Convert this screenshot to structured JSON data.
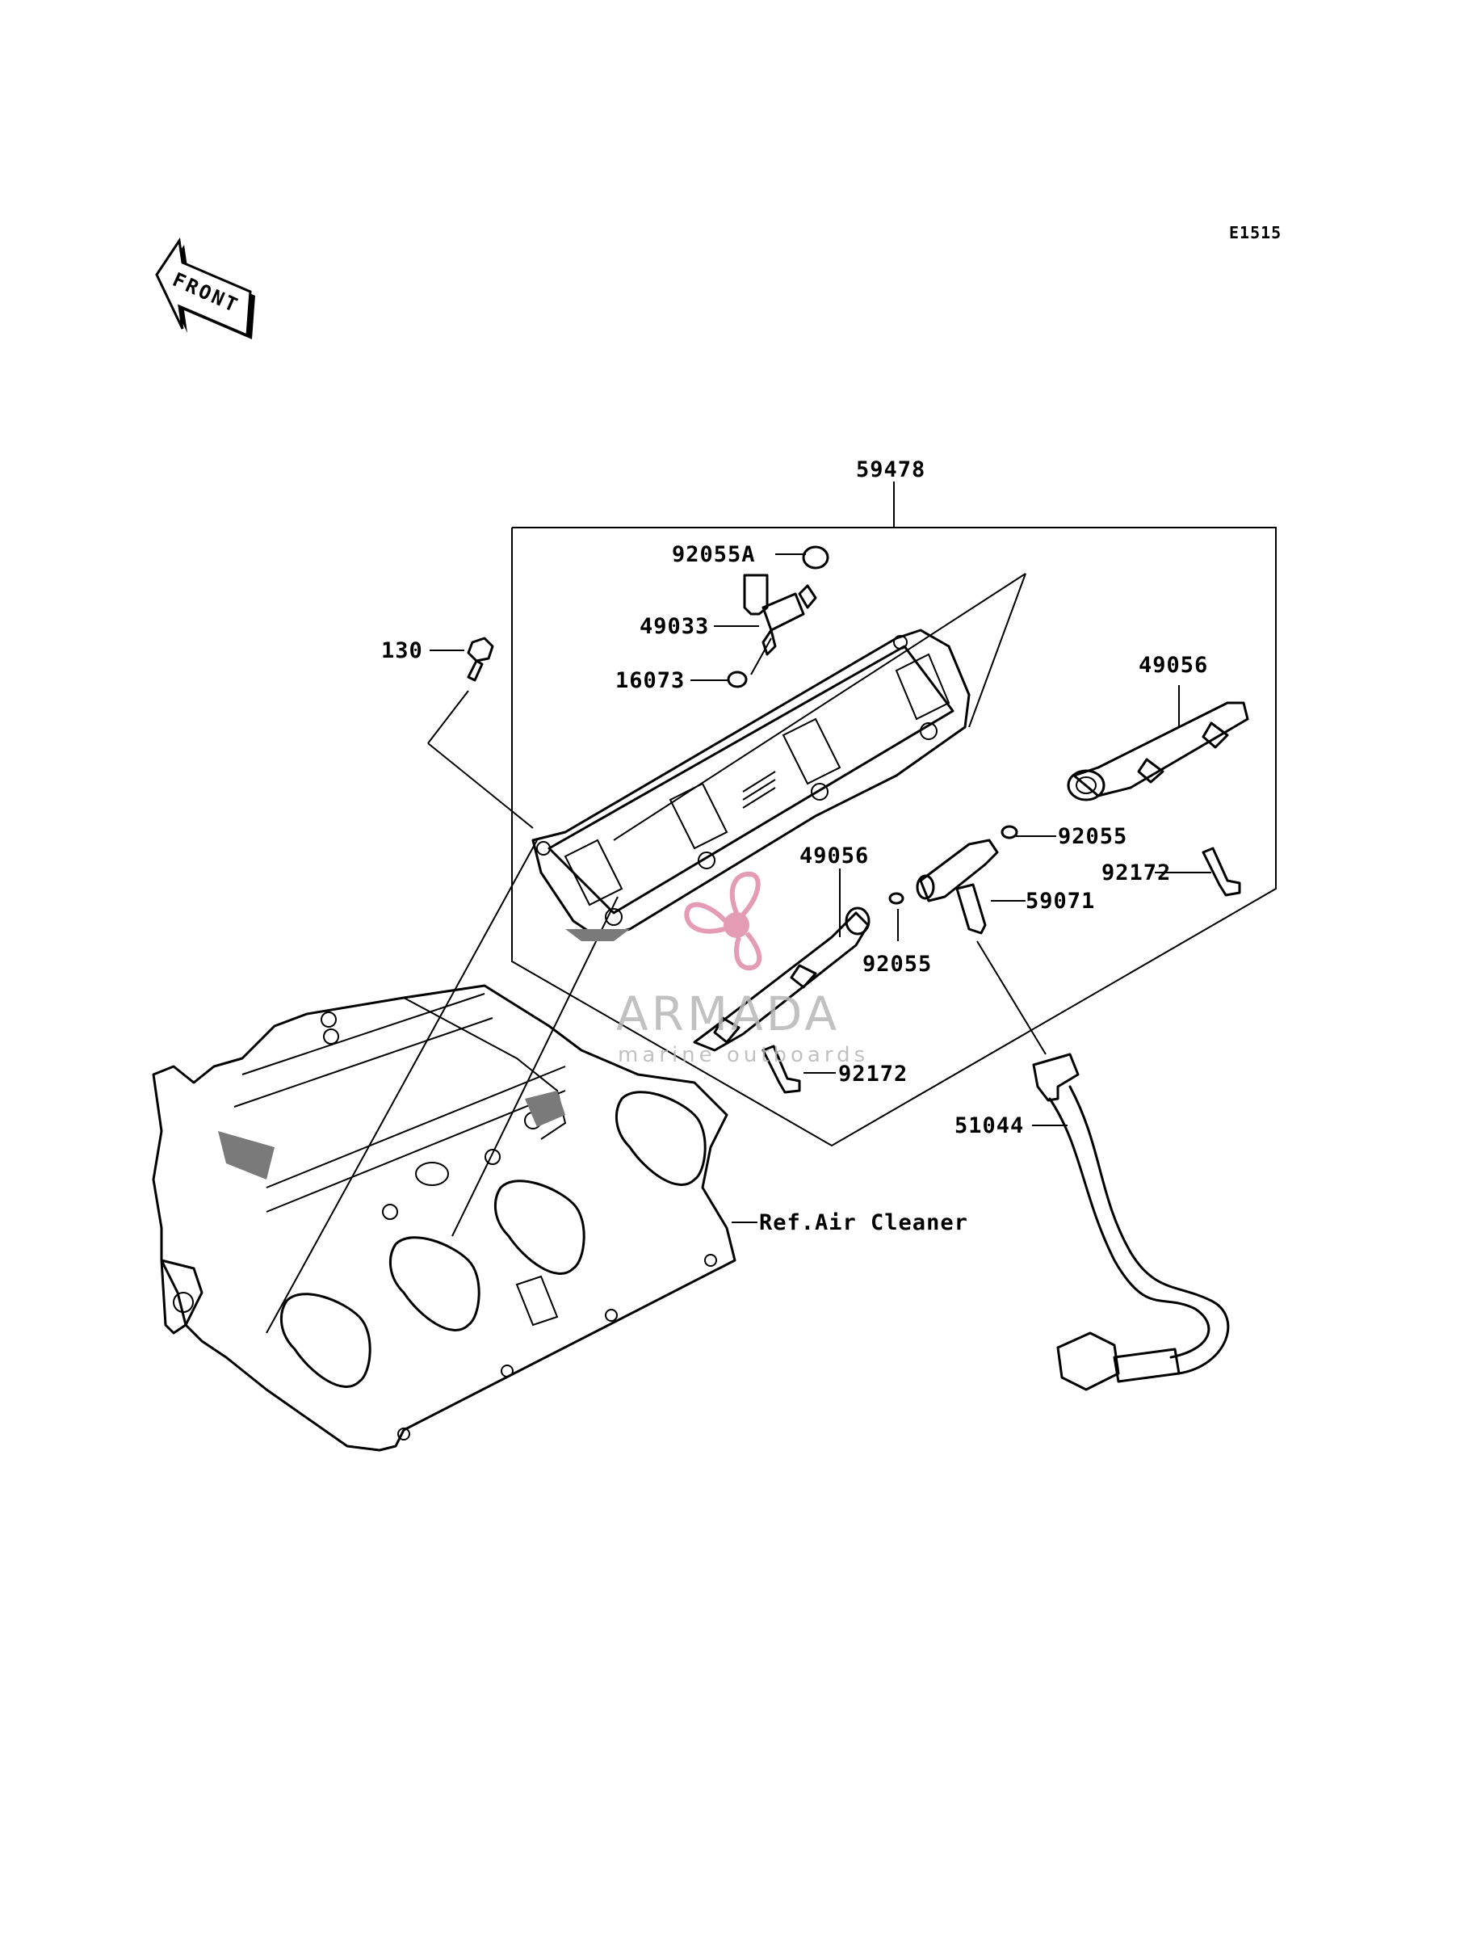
{
  "diagram": {
    "code": "E1515",
    "front_label": "FRONT",
    "ref_label": "Ref.Air Cleaner",
    "parts": {
      "p59478": "59478",
      "p92055A": "92055A",
      "p49033": "49033",
      "p130": "130",
      "p16073": "16073",
      "p49056_upper": "49056",
      "p49056_lower": "49056",
      "p92055_right": "92055",
      "p92055_lower": "92055",
      "p92172_right": "92172",
      "p92172_lower": "92172",
      "p59071": "59071",
      "p51044": "51044"
    }
  },
  "watermark": {
    "brand": "ARMADA",
    "tagline": "marine outboards",
    "logo_color": "#e08aa8"
  }
}
